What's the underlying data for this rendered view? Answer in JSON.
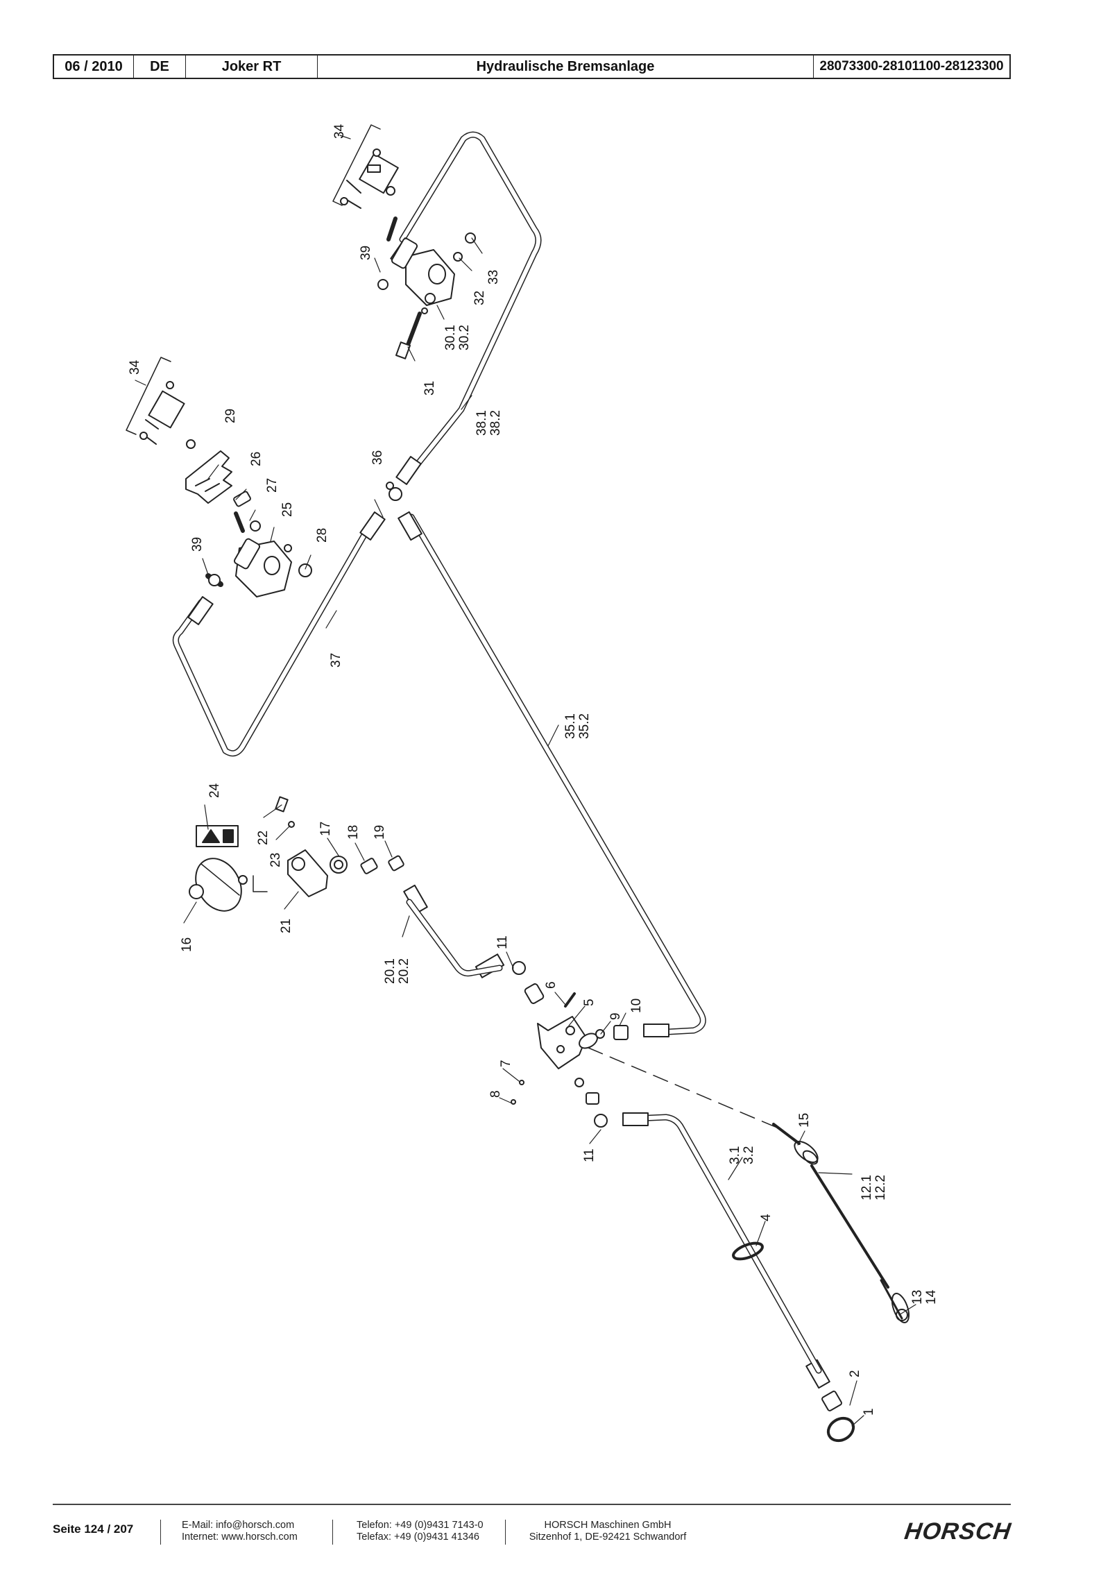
{
  "header": {
    "date": "06 / 2010",
    "language": "DE",
    "model": "Joker RT",
    "title": "Hydraulische Bremsanlage",
    "article_numbers": "28073300-28101100-28123300"
  },
  "diagram": {
    "callouts": {
      "c1": "1",
      "c2": "2",
      "c3": "3.1",
      "c3b": "3.2",
      "c4": "4",
      "c5": "5",
      "c6": "6",
      "c7": "7",
      "c8": "8",
      "c9": "9",
      "c10": "10",
      "c11a": "11",
      "c11b": "11",
      "c12": "12.1",
      "c12b": "12.2",
      "c13": "13",
      "c14": "14",
      "c15": "15",
      "c16": "16",
      "c17": "17",
      "c18": "18",
      "c19": "19",
      "c20": "20.1",
      "c20b": "20.2",
      "c21": "21",
      "c22": "22",
      "c23": "23",
      "c24": "24",
      "c25": "25",
      "c26": "26",
      "c27": "27",
      "c28": "28",
      "c29": "29",
      "c30": "30.1",
      "c30b": "30.2",
      "c31": "31",
      "c32": "32",
      "c33": "33",
      "c34a": "34",
      "c34b": "34",
      "c35": "35.1",
      "c35b": "35.2",
      "c36": "36",
      "c37": "37",
      "c38": "38.1",
      "c38b": "38.2",
      "c39a": "39",
      "c39b": "39"
    }
  },
  "footer": {
    "page": "Seite 124 / 207",
    "email": "E-Mail: info@horsch.com",
    "internet": "Internet: www.horsch.com",
    "phone": "Telefon: +49 (0)9431 7143-0",
    "fax": "Telefax: +49 (0)9431 41346",
    "company": "HORSCH Maschinen GmbH",
    "address": "Sitzenhof 1, DE-92421 Schwandorf",
    "logo": "HORSCH"
  }
}
